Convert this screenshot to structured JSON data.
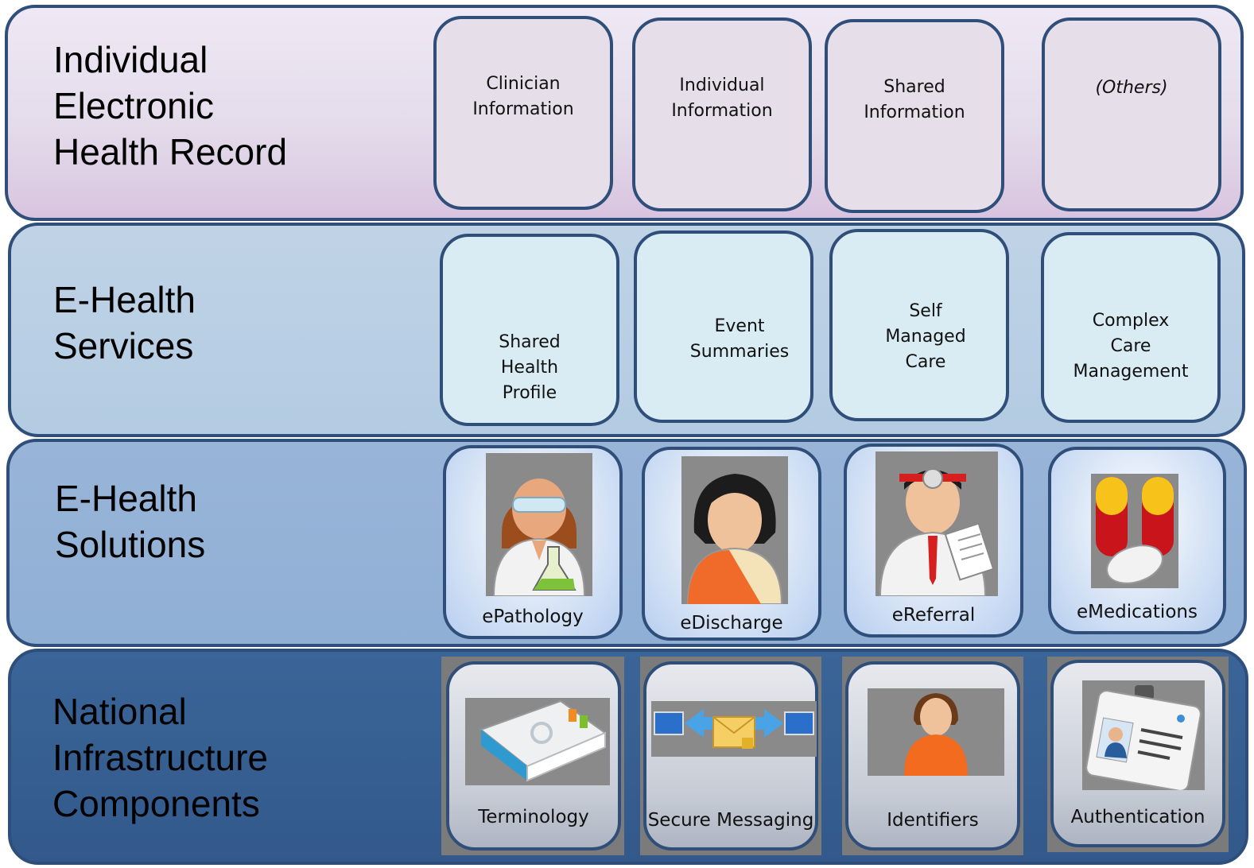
{
  "layers": {
    "ehr": {
      "label": [
        "Individual",
        "Electronic",
        "Health Record"
      ],
      "items": [
        {
          "lines": [
            "Clinician",
            "Information"
          ]
        },
        {
          "lines": [
            "Individual",
            "Information"
          ]
        },
        {
          "lines": [
            "Shared",
            "Information"
          ]
        },
        {
          "lines": [
            "(Others)"
          ]
        }
      ]
    },
    "services": {
      "label": [
        "E-Health",
        "Services"
      ],
      "items": [
        {
          "lines": [
            "Shared",
            "Health",
            "Profile"
          ]
        },
        {
          "lines": [
            "Event",
            "Summaries"
          ]
        },
        {
          "lines": [
            "Self",
            "Managed",
            "Care"
          ]
        },
        {
          "lines": [
            "Complex",
            "Care",
            "Management"
          ]
        }
      ]
    },
    "solutions": {
      "label": [
        "E-Health",
        "Solutions"
      ],
      "items": [
        {
          "label": "ePathology",
          "icon": "scientist-icon"
        },
        {
          "label": "eDischarge",
          "icon": "patient-icon"
        },
        {
          "label": "eReferral",
          "icon": "doctor-icon"
        },
        {
          "label": "eMedications",
          "icon": "pills-icon"
        }
      ]
    },
    "infrastructure": {
      "label": [
        "National",
        "Infrastructure",
        "Components"
      ],
      "items": [
        {
          "label": "Terminology",
          "icon": "address-book-icon"
        },
        {
          "label": "Secure Messaging",
          "icon": "secure-mail-icon"
        },
        {
          "label": "Identifiers",
          "icon": "person-icon"
        },
        {
          "label": "Authentication",
          "icon": "id-badge-icon"
        }
      ]
    }
  },
  "colors": {
    "border": "#2f4f7a",
    "ehr_band": "#e4dceb",
    "services_band": "#b3cbe2",
    "solutions_band": "#90afd5",
    "infrastructure_band": "#33598b"
  }
}
